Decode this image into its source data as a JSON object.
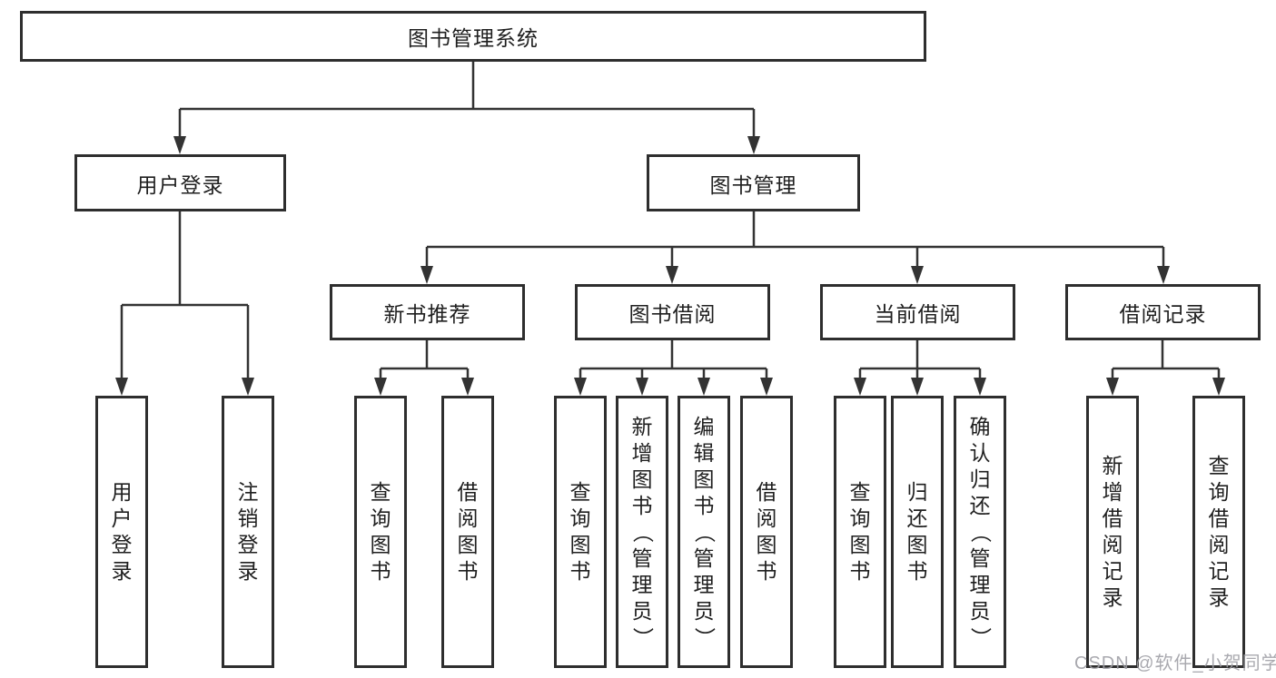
{
  "diagram_title": "图书管理系统",
  "tree": {
    "label": "图书管理系统",
    "children": [
      {
        "label": "用户登录",
        "children": [
          {
            "label": "用户登录"
          },
          {
            "label": "注销登录"
          }
        ]
      },
      {
        "label": "图书管理",
        "children": [
          {
            "label": "新书推荐",
            "children": [
              {
                "label": "查询图书"
              },
              {
                "label": "借阅图书"
              }
            ]
          },
          {
            "label": "图书借阅",
            "children": [
              {
                "label": "查询图书"
              },
              {
                "label": "新增图书（管理员）"
              },
              {
                "label": "编辑图书（管理员）"
              },
              {
                "label": "借阅图书"
              }
            ]
          },
          {
            "label": "当前借阅",
            "children": [
              {
                "label": "查询图书"
              },
              {
                "label": "归还图书"
              },
              {
                "label": "确认归还（管理员）"
              }
            ]
          },
          {
            "label": "借阅记录",
            "children": [
              {
                "label": "新增借阅记录"
              },
              {
                "label": "查询借阅记录"
              }
            ]
          }
        ]
      }
    ]
  },
  "watermark": {
    "text": "CSDN @软件_小贺同学"
  },
  "colors": {
    "line": "#333333",
    "box_border": "#2e2e2e",
    "text": "#1f1f1f",
    "watermark": "#9e9ea4",
    "background": "#ffffff"
  }
}
